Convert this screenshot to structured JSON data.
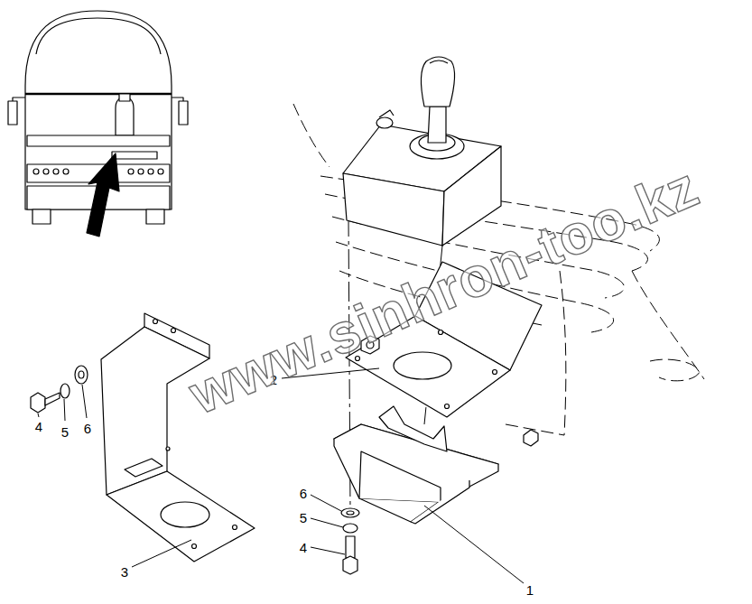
{
  "diagram": {
    "labels": [
      "2",
      "4",
      "5",
      "6",
      "6",
      "5",
      "4",
      "3",
      "1",
      "www.sinhron-too.kz"
    ]
  }
}
